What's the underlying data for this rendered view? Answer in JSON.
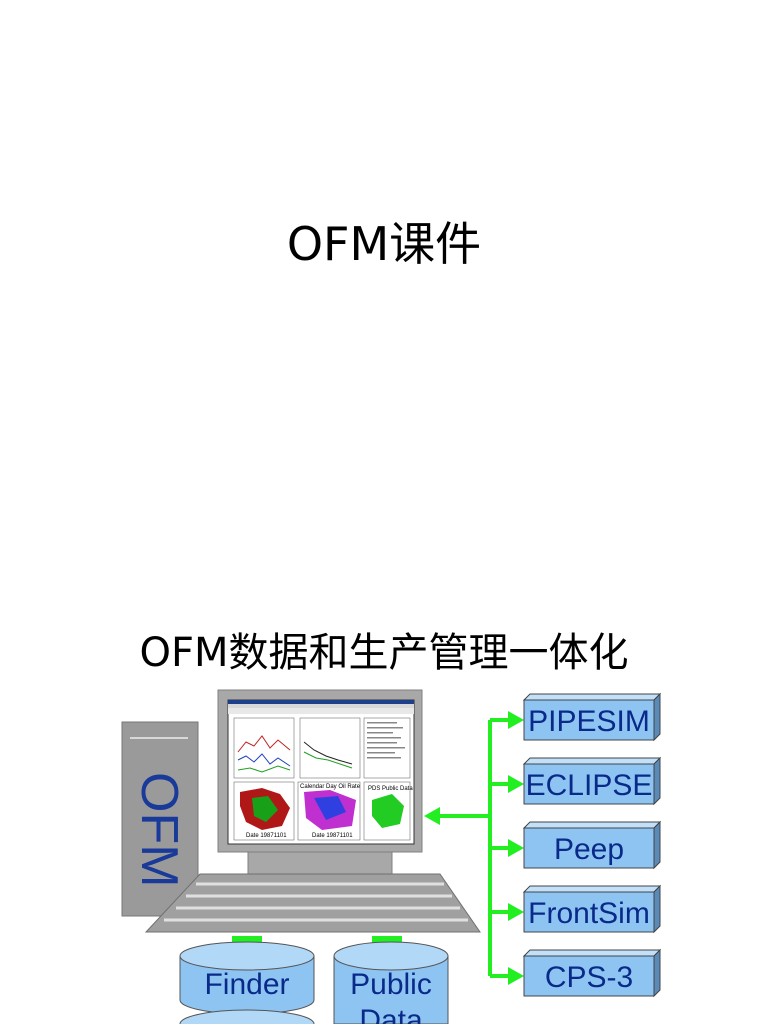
{
  "slide1": {
    "title": "OFM课件"
  },
  "slide2": {
    "title": "OFM数据和生产管理一体化",
    "tower_label": "OFM",
    "tools": [
      "PIPESIM",
      "ECLIPSE",
      "Peep",
      "FrontSim",
      "CPS-3"
    ],
    "databases": [
      {
        "line1": "Finder",
        "line2": ""
      },
      {
        "line1": "Public",
        "line2": "Data"
      }
    ],
    "screen": {
      "panel_title": "Calendar Day Oil Rate",
      "map_label": "PDS Public Data",
      "date_label_1": "Date 19871101",
      "date_label_2": "Date 19871101"
    },
    "colors": {
      "tool_box": "#8ec4f2",
      "connector": "#22ee22",
      "computer": "#a8a8a8"
    }
  }
}
